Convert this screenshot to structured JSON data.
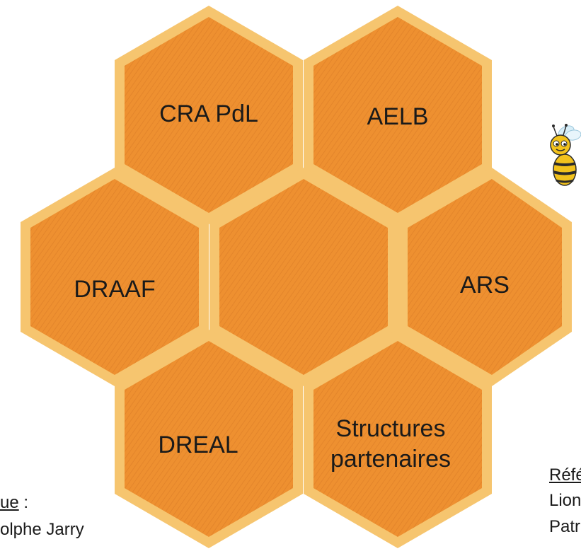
{
  "diagram": {
    "cells": [
      {
        "id": "cra",
        "label": [
          "CRA PdL"
        ]
      },
      {
        "id": "aelb",
        "label": [
          "AELB"
        ]
      },
      {
        "id": "draaf",
        "label": [
          "DRAAF"
        ]
      },
      {
        "id": "center",
        "label": []
      },
      {
        "id": "ars",
        "label": [
          "ARS"
        ]
      },
      {
        "id": "dreal",
        "label": [
          "DREAL"
        ]
      },
      {
        "id": "structures",
        "label": [
          "Structures",
          "partenaires"
        ]
      }
    ],
    "colors": {
      "border": "#f6c56f",
      "fill": "#ee9030",
      "hatch": "#e0802a"
    }
  },
  "left_note": {
    "heading": "ue",
    "colon": " :",
    "line1": "olphe Jarry"
  },
  "right_note": {
    "heading": "Réfé",
    "line1": "Lion",
    "line2": "Patr"
  },
  "icons": {
    "bee": "bee-icon"
  }
}
